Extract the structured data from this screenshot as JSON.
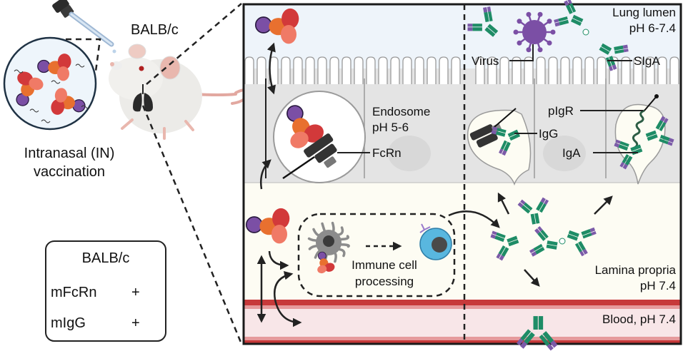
{
  "left_panel": {
    "mouse_strain_label": "BALB/c",
    "route_label_line1": "Intranasal (IN)",
    "route_label_line2": "vaccination"
  },
  "strain_table": {
    "title": "BALB/c",
    "rows": [
      {
        "name": "mFcRn",
        "value": "+"
      },
      {
        "name": "mIgG",
        "value": "+"
      }
    ]
  },
  "detail_panel": {
    "lung_lumen": {
      "line1": "Lung lumen",
      "line2": "pH 6-7.4"
    },
    "endosome": {
      "line1": "Endosome",
      "line2": "pH 5-6"
    },
    "fcrn_label": "FcRn",
    "virus_label": "Virus",
    "siga_label": "SIgA",
    "pigr_label": "pIgR",
    "igg_label": "IgG",
    "iga_label": "IgA",
    "immune_processing": {
      "line1": "Immune cell",
      "line2": "processing"
    },
    "lamina_propria": {
      "line1": "Lamina propria",
      "line2": "pH 7.4"
    },
    "blood_label": "Blood, pH 7.4"
  },
  "colors": {
    "antigen_purple": "#7b4fa5",
    "antigen_orange": "#e8702f",
    "antigen_red": "#d2393a",
    "antigen_salmon": "#f07a66",
    "antibody_green": "#1e8c66",
    "antibody_purple": "#7b5aa8",
    "fcrn_dark": "#3a3a3a",
    "lumen_bg": "#eef4fa",
    "epithelium": "#e4e4e4",
    "lamina_bg": "#fdfcf3",
    "blood_red": "#c7393a",
    "blood_bg": "#f8e6e8",
    "bcell_blue": "#59b7df"
  }
}
